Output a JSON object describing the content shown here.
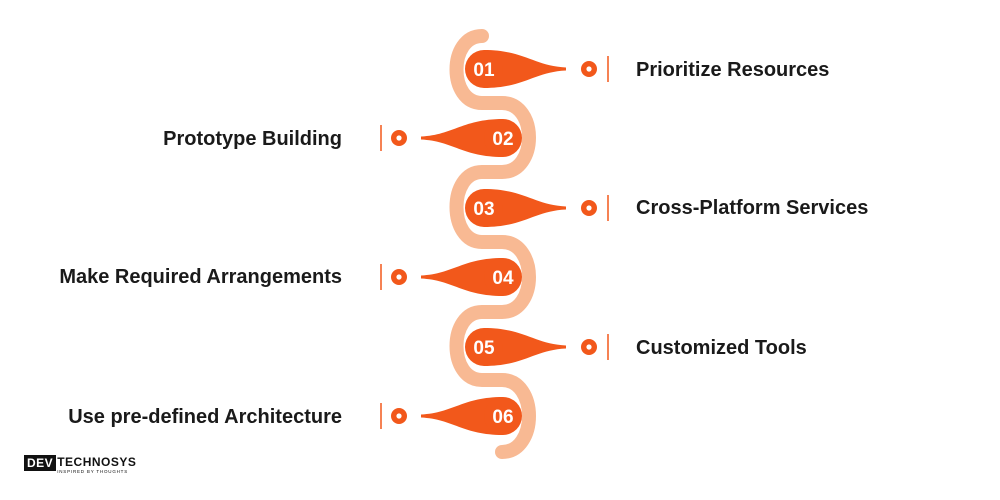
{
  "colors": {
    "accent": "#f2581b",
    "path": "#f8b993",
    "text": "#1a1a1a"
  },
  "steps": [
    {
      "number": "01",
      "label": "Prioritize Resources",
      "side": "right"
    },
    {
      "number": "02",
      "label": "Prototype Building",
      "side": "left"
    },
    {
      "number": "03",
      "label": "Cross-Platform Services",
      "side": "right"
    },
    {
      "number": "04",
      "label": "Make Required Arrangements",
      "side": "left"
    },
    {
      "number": "05",
      "label": "Customized Tools",
      "side": "right"
    },
    {
      "number": "06",
      "label": "Use pre-defined Architecture",
      "side": "left"
    }
  ],
  "logo": {
    "box_text": "DEV",
    "main_text": "TECHNOSYS",
    "tagline": "INSPIRED BY THOUGHTS"
  }
}
